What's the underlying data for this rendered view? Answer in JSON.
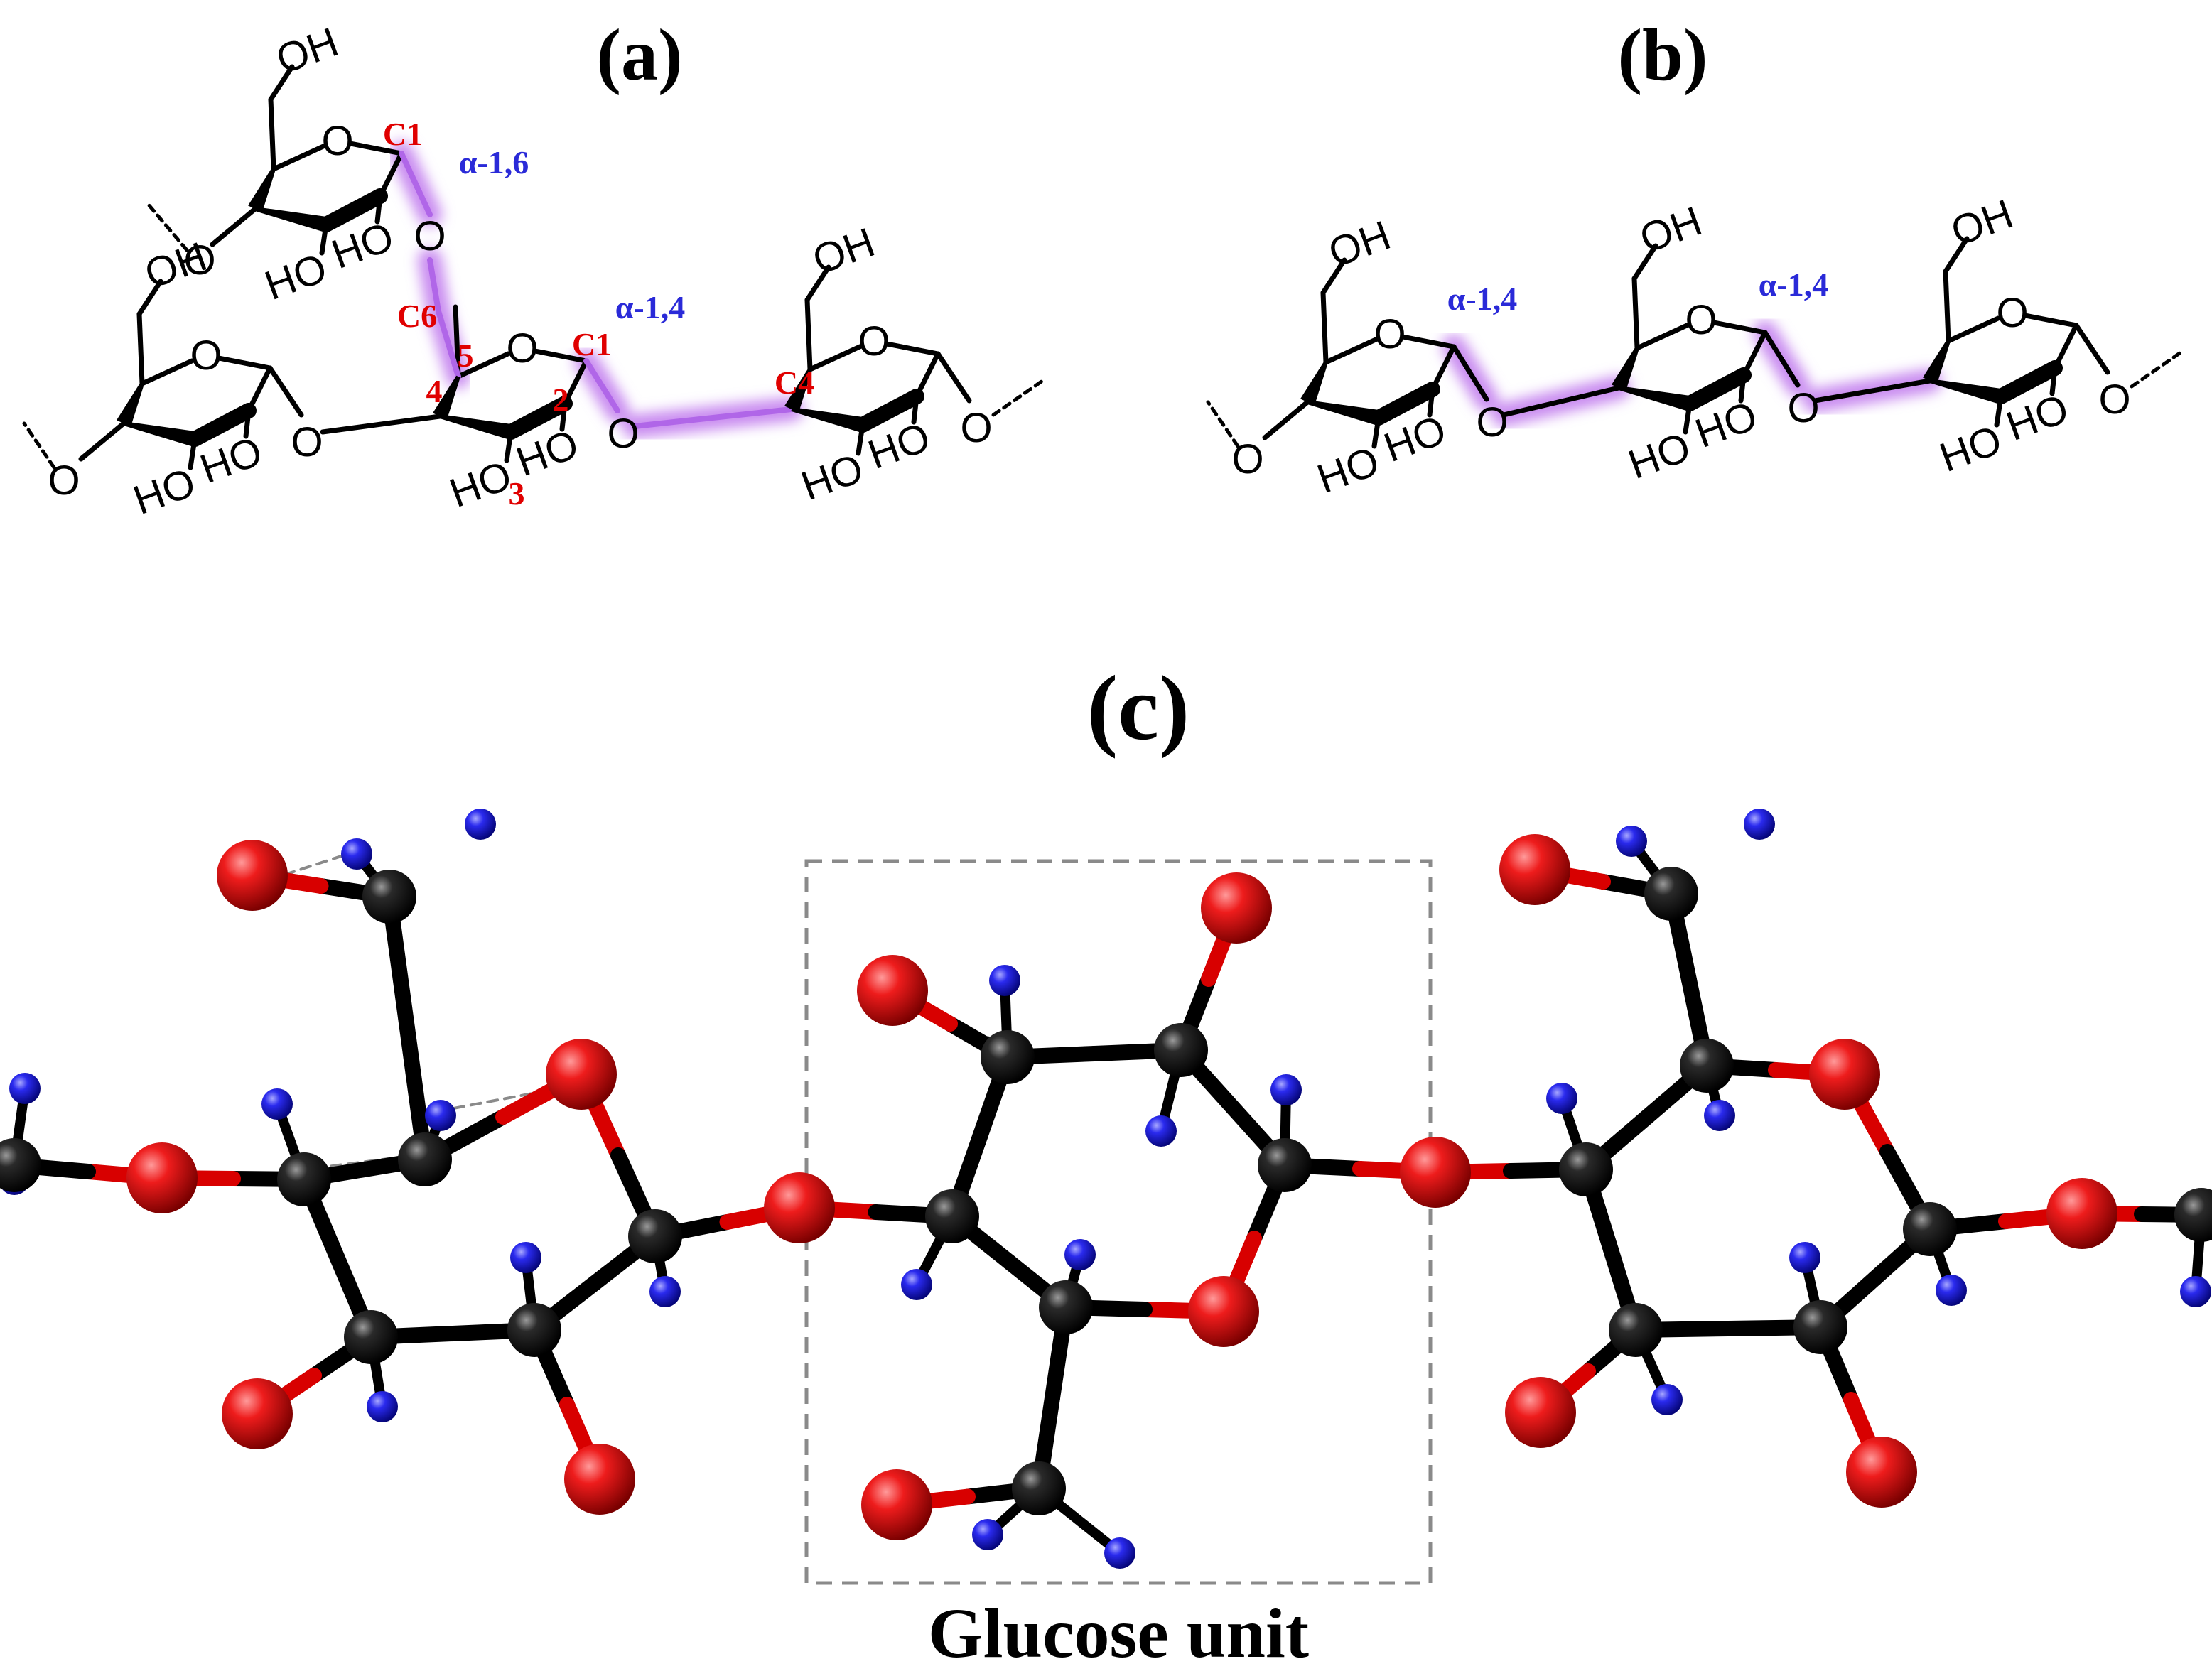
{
  "panels": {
    "a": "(a)",
    "b": "(b)",
    "c": "(c)"
  },
  "labels": {
    "OH": "OH",
    "HO": "HO",
    "O": "O",
    "C1": "C1",
    "C4": "C4",
    "C6": "C6",
    "n2": "2",
    "n3": "3",
    "n4": "4",
    "n5": "5",
    "alpha16": "α-1,6",
    "alpha14": "α-1,4",
    "glucose_unit": "Glucose unit"
  },
  "colors": {
    "bond": "#000000",
    "carbon_label": "#e00000",
    "linkage_label": "#2a2ad8",
    "glycosidic_glow": "#c98cf0",
    "oxygen_atom": "#e00000",
    "carbon_atom": "#111111",
    "hydrogen_atom": "#1f1fe0",
    "hbond_dash": "#8a8a8a"
  }
}
